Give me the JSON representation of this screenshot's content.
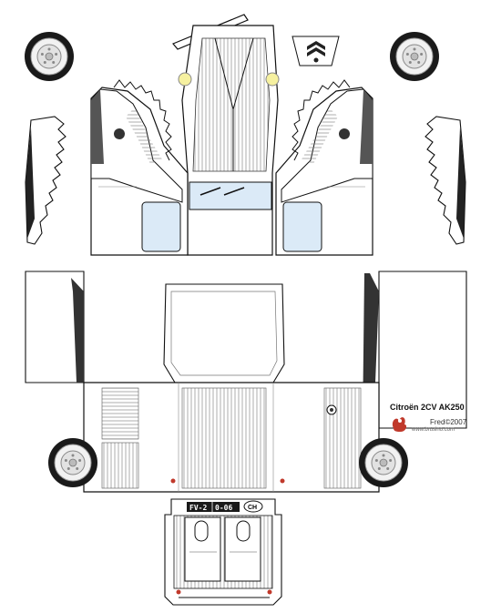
{
  "model_title": "Citroën 2CV AK250",
  "credit": "Fred©2007",
  "website": "www.brusino.com",
  "plate": {
    "left": "FV-2",
    "right": "0-06"
  },
  "country_code": "CH",
  "colors": {
    "outline": "#111111",
    "body": "#ffffff",
    "glass": "#dbeaf7",
    "headlight": "#f6f1a0",
    "tail_light": "#c0392b",
    "tire": "#1a1a1a",
    "rim": "#e6e6e6",
    "logo_red": "#c0392b"
  },
  "icons": [
    "wheel-icon",
    "citroen-chevron-icon",
    "fuel-cap-icon",
    "brusino-logo-icon"
  ]
}
